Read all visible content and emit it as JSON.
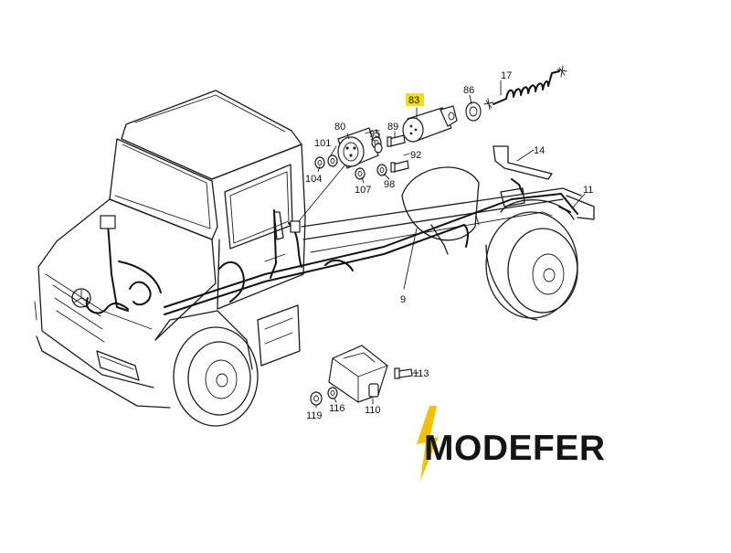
{
  "colors": {
    "highlight": "#f6e000",
    "bolt": "#f2c200",
    "line": "#1a1a1a"
  },
  "callouts": {
    "c17": "17",
    "c86": "86",
    "c83": "83",
    "c80": "80",
    "c89": "89",
    "c95": "95",
    "c101": "101",
    "c92": "92",
    "c14": "14",
    "c104": "104",
    "c107": "107",
    "c98": "98",
    "c11": "11",
    "c9": "9",
    "c113": "113",
    "c119": "119",
    "c116": "116",
    "c110": "110"
  },
  "highlighted_callout": "83",
  "logo": {
    "text": "MODEFER",
    "icon": "lightning-bolt-icon"
  }
}
